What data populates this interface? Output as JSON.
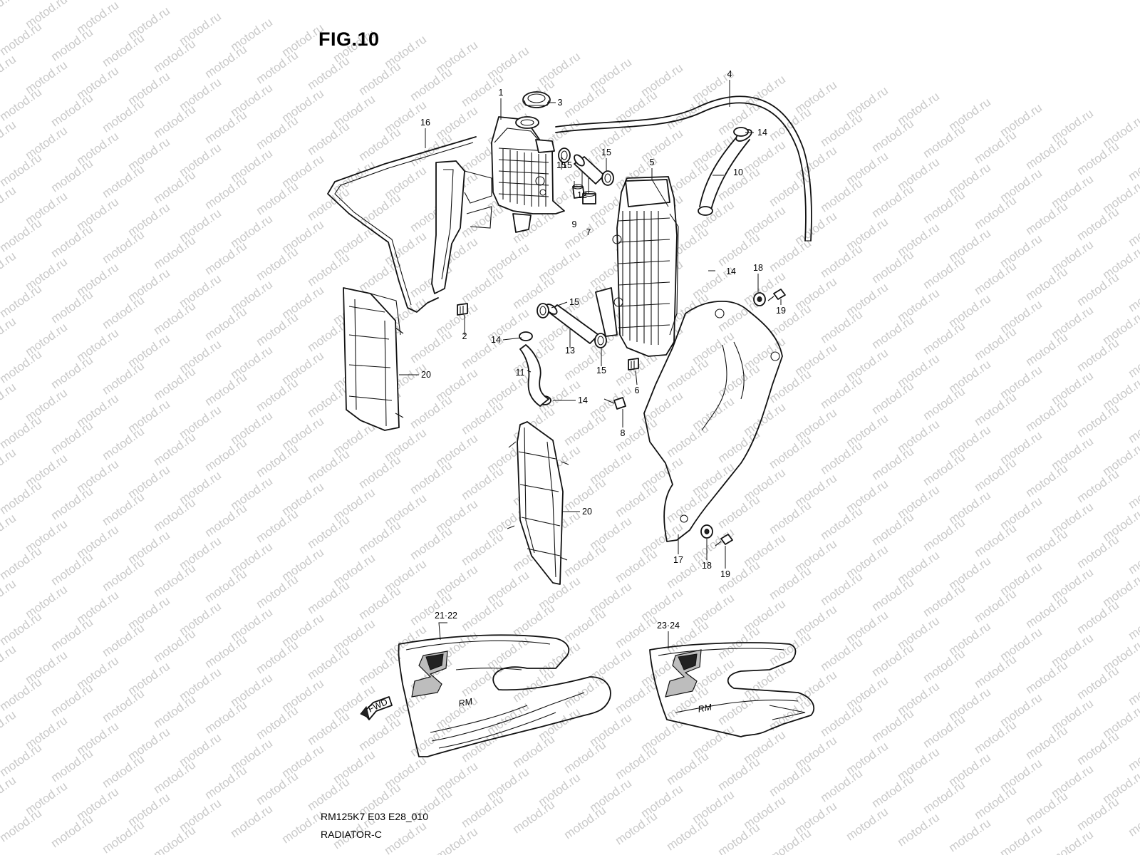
{
  "figure": {
    "title": "FIG.10"
  },
  "watermark": {
    "text": "motod.ru",
    "color": "#c9c9c9"
  },
  "footer": {
    "code": "RM125K7 E03 E28_010",
    "name": "RADIATOR-C"
  },
  "decals": {
    "fwd_label": "FWD",
    "logo_text": "RM"
  },
  "callouts": [
    "1",
    "2",
    "3",
    "4",
    "5",
    "6",
    "7",
    "8",
    "9",
    "10",
    "11",
    "12",
    "13",
    "14",
    "14",
    "14",
    "14",
    "15",
    "15",
    "15",
    "15",
    "15",
    "16",
    "17",
    "18",
    "18",
    "19",
    "19",
    "20",
    "20",
    "21·22",
    "23·24"
  ]
}
